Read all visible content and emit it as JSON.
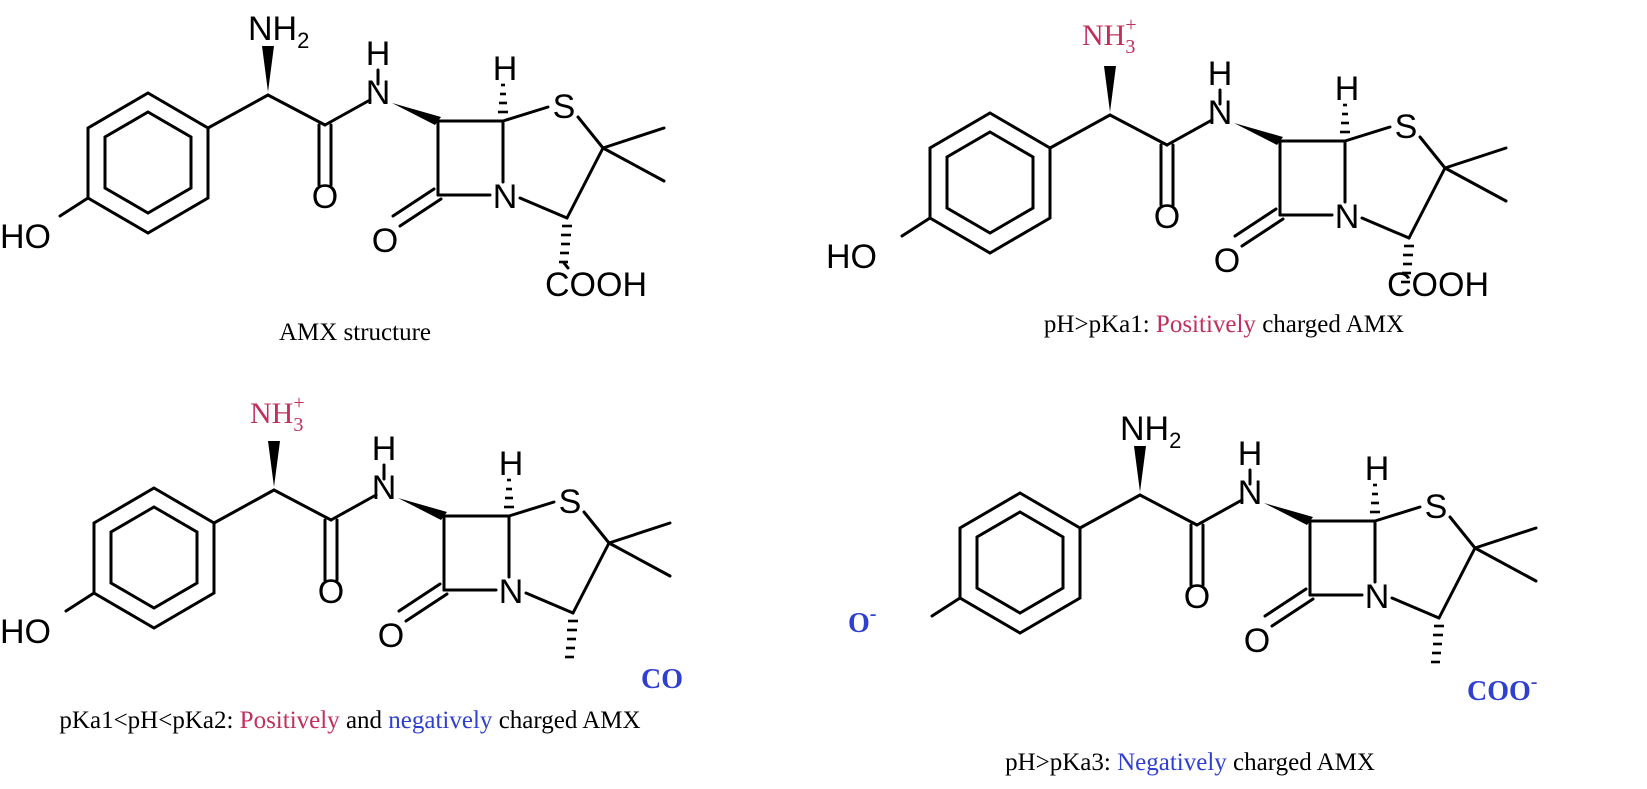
{
  "colors": {
    "positive": "#c0305a",
    "negative": "#2f3fd0"
  },
  "atoms": {
    "nh2": "NH",
    "nh2_sub": "2",
    "nh3": "NH",
    "nh3_sub": "3",
    "nh3_sup": "+",
    "h": "H",
    "n": "N",
    "s": "S",
    "o": "O",
    "ho": "HO",
    "cooh": "COOH",
    "co": "CO",
    "coo": "COO",
    "o_anion": "O",
    "minus": "-"
  },
  "panels": [
    {
      "caption_prefix": "AMX structure",
      "caption_colored": "",
      "caption_mid": "",
      "caption_colored2": "",
      "caption_suffix": ""
    },
    {
      "caption_prefix": "pH>pKa1: ",
      "caption_colored": "Positively",
      "caption_mid": " charged AMX",
      "caption_colored2": "",
      "caption_suffix": ""
    },
    {
      "caption_prefix": "pKa1<pH<pKa2: ",
      "caption_colored": "Positively",
      "caption_mid": " and ",
      "caption_colored2": "negatively",
      "caption_suffix": " charged AMX"
    },
    {
      "caption_prefix": "pH>pKa3: ",
      "caption_colored": "Negatively",
      "caption_mid": " charged AMX",
      "caption_colored2": "",
      "caption_suffix": ""
    }
  ]
}
